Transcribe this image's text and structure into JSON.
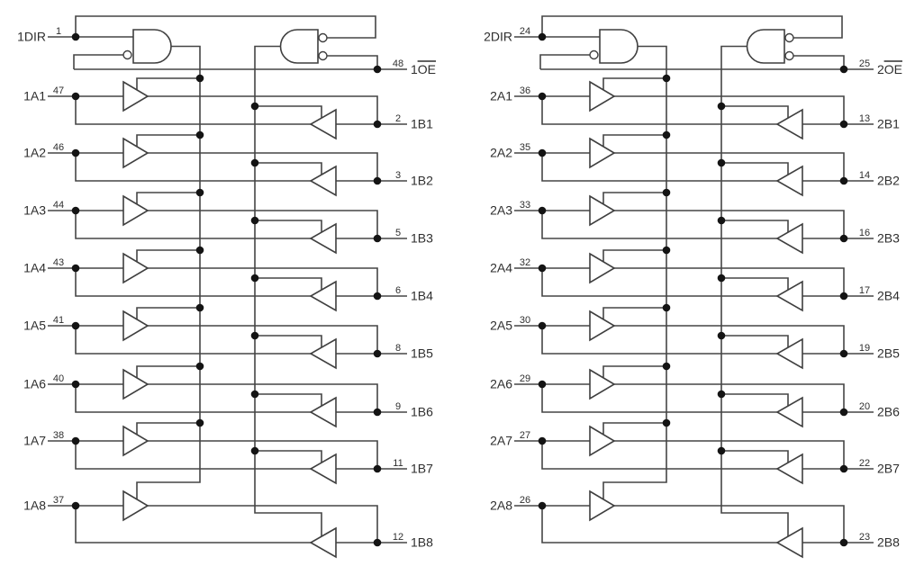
{
  "colors": {
    "background": "#ffffff",
    "wire": "#454545",
    "wire_light": "#8d8d8d",
    "shape_stroke": "#3f3f3f",
    "shape_fill": "#ffffff",
    "junction_dot": "#141414",
    "text": "#2e2e2e"
  },
  "icons": {
    "and_gate": "and-gate-icon",
    "inverter_bubble": "inverter-bubble-icon",
    "tristate_buffer": "tristate-buffer-icon"
  },
  "banks": [
    {
      "name": "bank-1",
      "dir": {
        "label": "1DIR",
        "pin": "1"
      },
      "oe": {
        "prefix": "1",
        "overline": "OE",
        "pin": "48"
      },
      "channels": [
        {
          "a_label": "1A1",
          "a_pin": "47",
          "b_label": "1B1",
          "b_pin": "2"
        },
        {
          "a_label": "1A2",
          "a_pin": "46",
          "b_label": "1B2",
          "b_pin": "3"
        },
        {
          "a_label": "1A3",
          "a_pin": "44",
          "b_label": "1B3",
          "b_pin": "5"
        },
        {
          "a_label": "1A4",
          "a_pin": "43",
          "b_label": "1B4",
          "b_pin": "6"
        },
        {
          "a_label": "1A5",
          "a_pin": "41",
          "b_label": "1B5",
          "b_pin": "8"
        },
        {
          "a_label": "1A6",
          "a_pin": "40",
          "b_label": "1B6",
          "b_pin": "9"
        },
        {
          "a_label": "1A7",
          "a_pin": "38",
          "b_label": "1B7",
          "b_pin": "11"
        },
        {
          "a_label": "1A8",
          "a_pin": "37",
          "b_label": "1B8",
          "b_pin": "12"
        }
      ]
    },
    {
      "name": "bank-2",
      "dir": {
        "label": "2DIR",
        "pin": "24"
      },
      "oe": {
        "prefix": "2",
        "overline": "OE",
        "pin": "25"
      },
      "channels": [
        {
          "a_label": "2A1",
          "a_pin": "36",
          "b_label": "2B1",
          "b_pin": "13"
        },
        {
          "a_label": "2A2",
          "a_pin": "35",
          "b_label": "2B2",
          "b_pin": "14"
        },
        {
          "a_label": "2A3",
          "a_pin": "33",
          "b_label": "2B3",
          "b_pin": "16"
        },
        {
          "a_label": "2A4",
          "a_pin": "32",
          "b_label": "2B4",
          "b_pin": "17"
        },
        {
          "a_label": "2A5",
          "a_pin": "30",
          "b_label": "2B5",
          "b_pin": "19"
        },
        {
          "a_label": "2A6",
          "a_pin": "29",
          "b_label": "2B6",
          "b_pin": "20"
        },
        {
          "a_label": "2A7",
          "a_pin": "27",
          "b_label": "2B7",
          "b_pin": "22"
        },
        {
          "a_label": "2A8",
          "a_pin": "26",
          "b_label": "2B8",
          "b_pin": "23"
        }
      ]
    }
  ]
}
